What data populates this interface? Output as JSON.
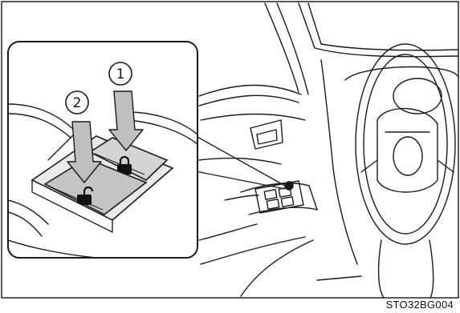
{
  "figure": {
    "step_1_label": "1",
    "step_2_label": "2",
    "figure_code": "STO32BG004",
    "callout_1_icon": "down-arrow-icon",
    "callout_2_icon": "down-arrow-icon",
    "lock_icon": "padlock-locked-icon",
    "unlock_icon": "padlock-unlocked-icon",
    "arrow_color": "#bfbfbf",
    "line_color": "#1a1a1a"
  }
}
